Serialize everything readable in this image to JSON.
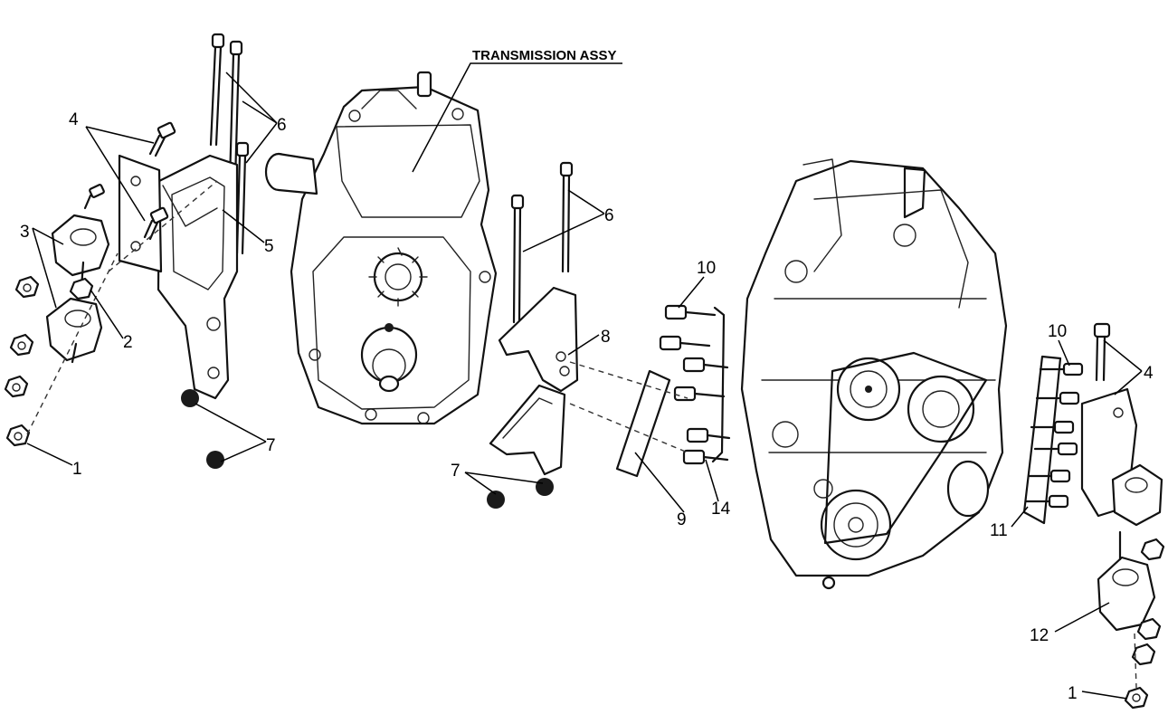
{
  "diagram": {
    "title_label": "TRANSMISSION ASSY",
    "callouts": {
      "c1_left": "1",
      "c2": "2",
      "c3": "3",
      "c4_left": "4",
      "c5": "5",
      "c6_left": "6",
      "c6_mid": "6",
      "c7_left": "7",
      "c7_mid": "7",
      "c8": "8",
      "c9": "9",
      "c10_mid": "10",
      "c10_right": "10",
      "c4_right": "4",
      "c11": "11",
      "c12": "12",
      "c14": "14",
      "c1_right": "1"
    }
  }
}
